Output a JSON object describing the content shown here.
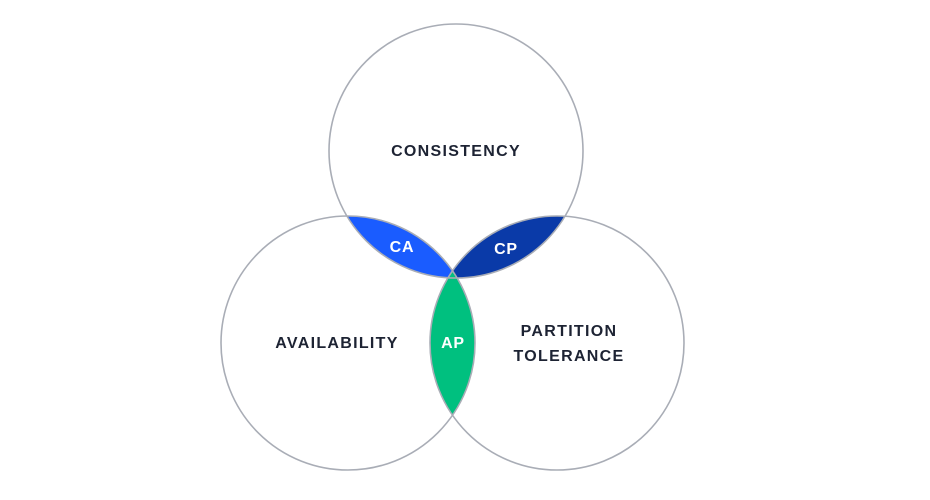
{
  "colors": {
    "background": "#ffffff",
    "circle_stroke": "#a9adb6",
    "set_label_text": "#1d2333",
    "region_label_text": "#ffffff",
    "ca_fill": "#1a5cff",
    "cp_fill": "#0a3aa8",
    "ap_fill": "#00c07f"
  },
  "sets": {
    "consistency": "CONSISTENCY",
    "availability": "AVAILABILITY",
    "partition_line1": "PARTITION",
    "partition_line2": "TOLERANCE"
  },
  "regions": {
    "ca": "CA",
    "cp": "CP",
    "ap": "AP"
  }
}
